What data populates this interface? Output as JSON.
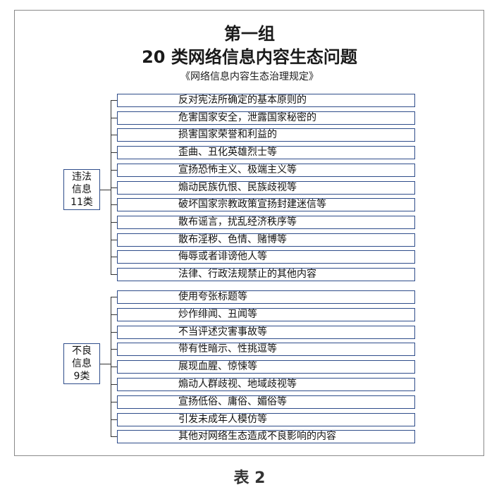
{
  "header": {
    "group": "第一组",
    "title": "20 类网络信息内容生态问题",
    "source": "《网络信息内容生态治理规定》"
  },
  "categories": [
    {
      "label": "违法\n信息\n11类",
      "items": [
        "反对宪法所确定的基本原则的",
        "危害国家安全，泄露国家秘密的",
        "损害国家荣誉和利益的",
        "歪曲、丑化英雄烈士等",
        "宣扬恐怖主义、极端主义等",
        "煽动民族仇恨、民族歧视等",
        "破坏国家宗教政策宣扬封建迷信等",
        "散布谣言，扰乱经济秩序等",
        "散布淫秽、色情、赌博等",
        "侮辱或者诽谤他人等",
        "法律、行政法规禁止的其他内容"
      ]
    },
    {
      "label": "不良\n信息\n9类",
      "items": [
        "使用夸张标题等",
        "炒作绯闻、丑闻等",
        "不当评述灾害事故等",
        "带有性暗示、性挑逗等",
        "展现血腥、惊悚等",
        "煽动人群歧视、地域歧视等",
        "宣扬低俗、庸俗、媚俗等",
        "引发未成年人模仿等",
        "其他对网络生态造成不良影响的内容"
      ]
    }
  ],
  "caption": "表 2"
}
